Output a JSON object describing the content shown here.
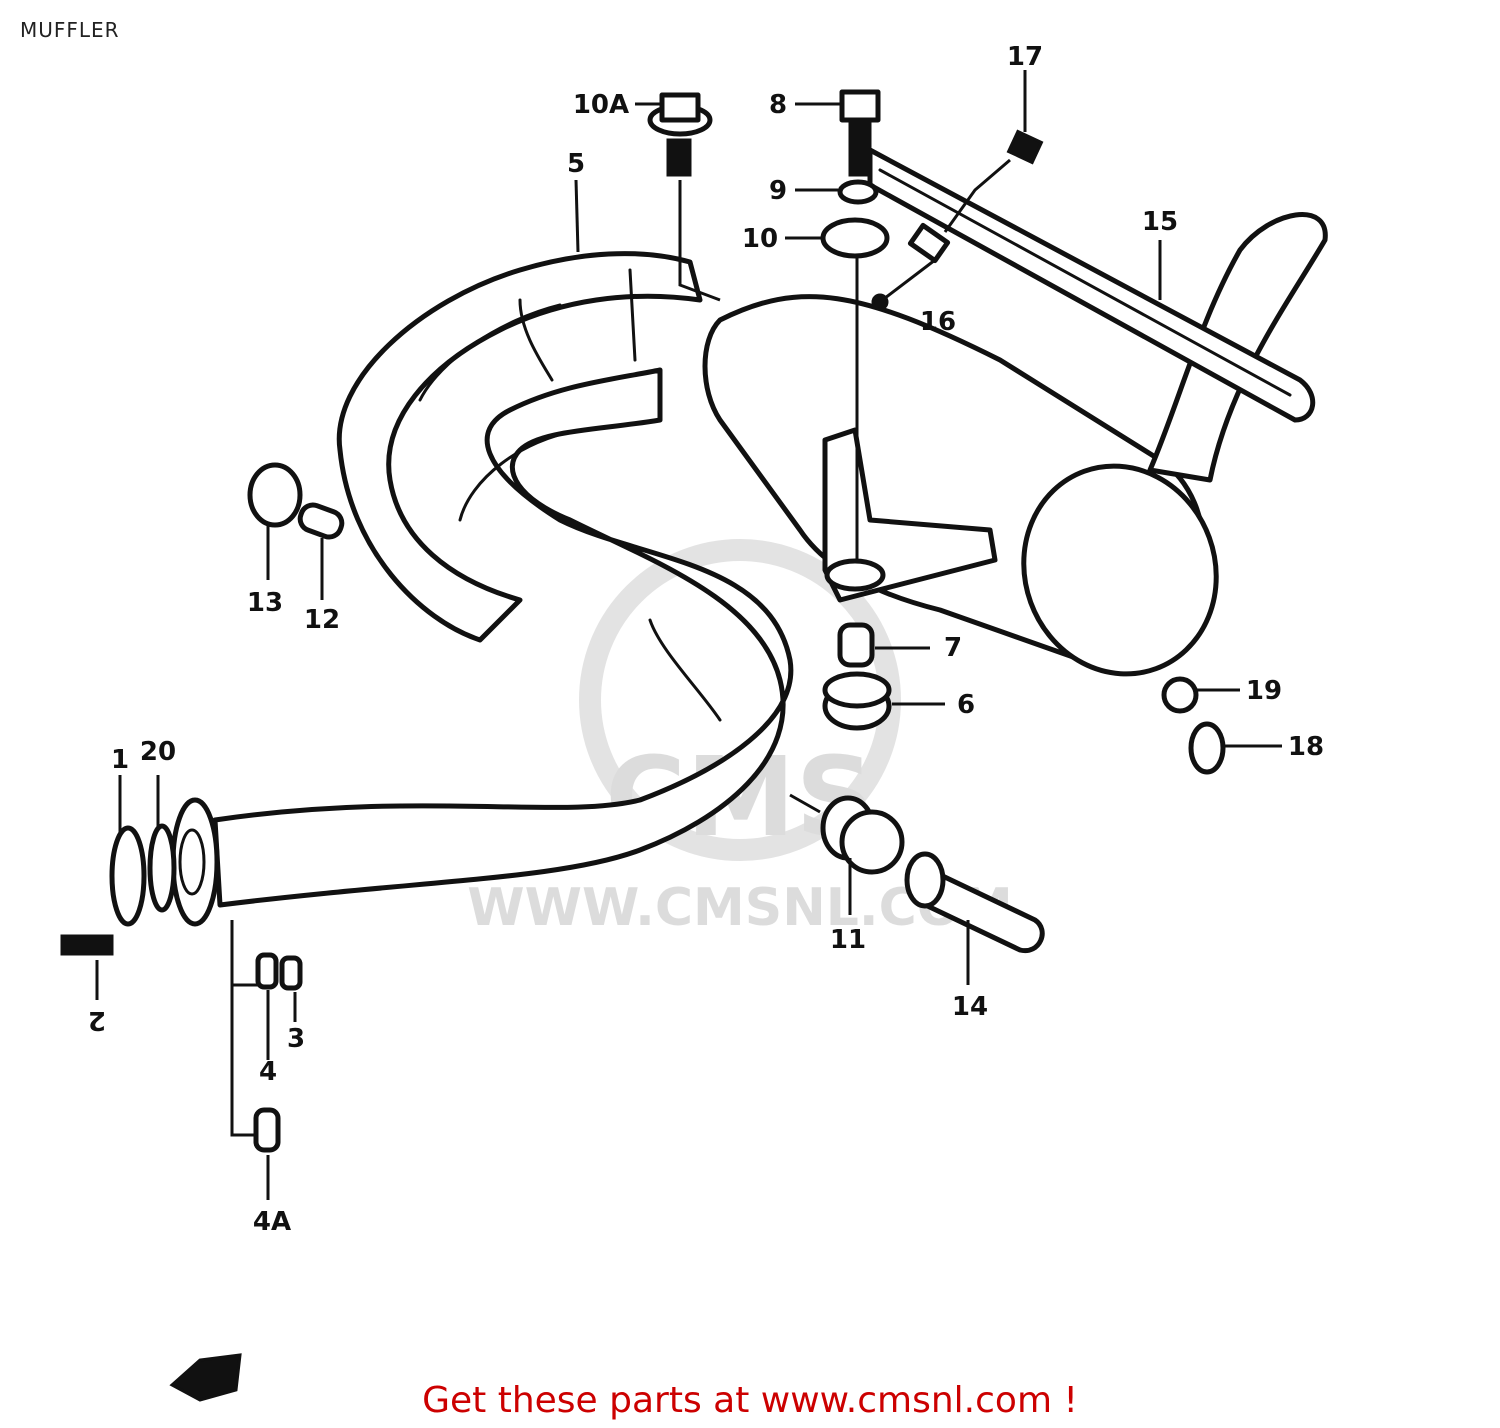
{
  "page": {
    "title": "MUFFLER"
  },
  "watermark": {
    "text": "WWW.CMSNL.COM",
    "logo": "CMS"
  },
  "footer": {
    "text": "Get these parts at www.cmsnl.com !"
  },
  "callouts": [
    {
      "id": "c1",
      "label": "1"
    },
    {
      "id": "c2",
      "label": "2"
    },
    {
      "id": "c3",
      "label": "3"
    },
    {
      "id": "c4",
      "label": "4"
    },
    {
      "id": "c4a",
      "label": "4A"
    },
    {
      "id": "c5",
      "label": "5"
    },
    {
      "id": "c6",
      "label": "6"
    },
    {
      "id": "c7",
      "label": "7"
    },
    {
      "id": "c8",
      "label": "8"
    },
    {
      "id": "c9",
      "label": "9"
    },
    {
      "id": "c10",
      "label": "10"
    },
    {
      "id": "c10a",
      "label": "10A"
    },
    {
      "id": "c11",
      "label": "11"
    },
    {
      "id": "c12",
      "label": "12"
    },
    {
      "id": "c13",
      "label": "13"
    },
    {
      "id": "c14",
      "label": "14"
    },
    {
      "id": "c15",
      "label": "15"
    },
    {
      "id": "c16",
      "label": "16"
    },
    {
      "id": "c17",
      "label": "17"
    },
    {
      "id": "c18",
      "label": "18"
    },
    {
      "id": "c19",
      "label": "19"
    },
    {
      "id": "c20",
      "label": "20"
    }
  ]
}
